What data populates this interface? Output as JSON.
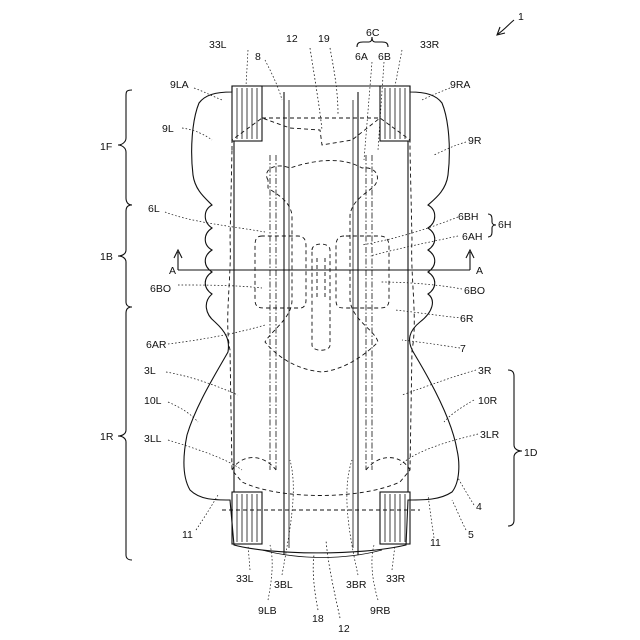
{
  "figure": {
    "ref_main": "1",
    "brackets": {
      "front": "1F",
      "back": "1B",
      "rear": "1R",
      "diaper": "1D",
      "sheet": "6C",
      "hip": "6H"
    },
    "labels": {
      "ear_left_front_edge": "33L",
      "ear_right_front_edge": "33R",
      "ear_left_rear_edge": "33L",
      "ear_right_rear_edge": "33R",
      "part_8": "8",
      "part_12_top": "12",
      "part_12_bottom": "12",
      "part_19": "19",
      "part_6A": "6A",
      "part_6B": "6B",
      "part_9LA": "9LA",
      "part_9RA": "9RA",
      "part_9L": "9L",
      "part_9R": "9R",
      "part_6L": "6L",
      "part_6BH": "6BH",
      "part_6AH": "6AH",
      "section_a_left": "A",
      "section_a_right": "A",
      "part_6BO_left": "6BO",
      "part_6BO_right": "6BO",
      "part_6R": "6R",
      "part_6AR": "6AR",
      "part_7": "7",
      "part_3L": "3L",
      "part_3R": "3R",
      "part_10L": "10L",
      "part_10R": "10R",
      "part_3LL": "3LL",
      "part_3LR": "3LR",
      "part_4": "4",
      "part_5": "5",
      "part_11_left": "11",
      "part_11_right": "11",
      "part_3BL": "3BL",
      "part_3BR": "3BR",
      "part_9LB": "9LB",
      "part_9RB": "9RB",
      "part_18": "18"
    }
  }
}
